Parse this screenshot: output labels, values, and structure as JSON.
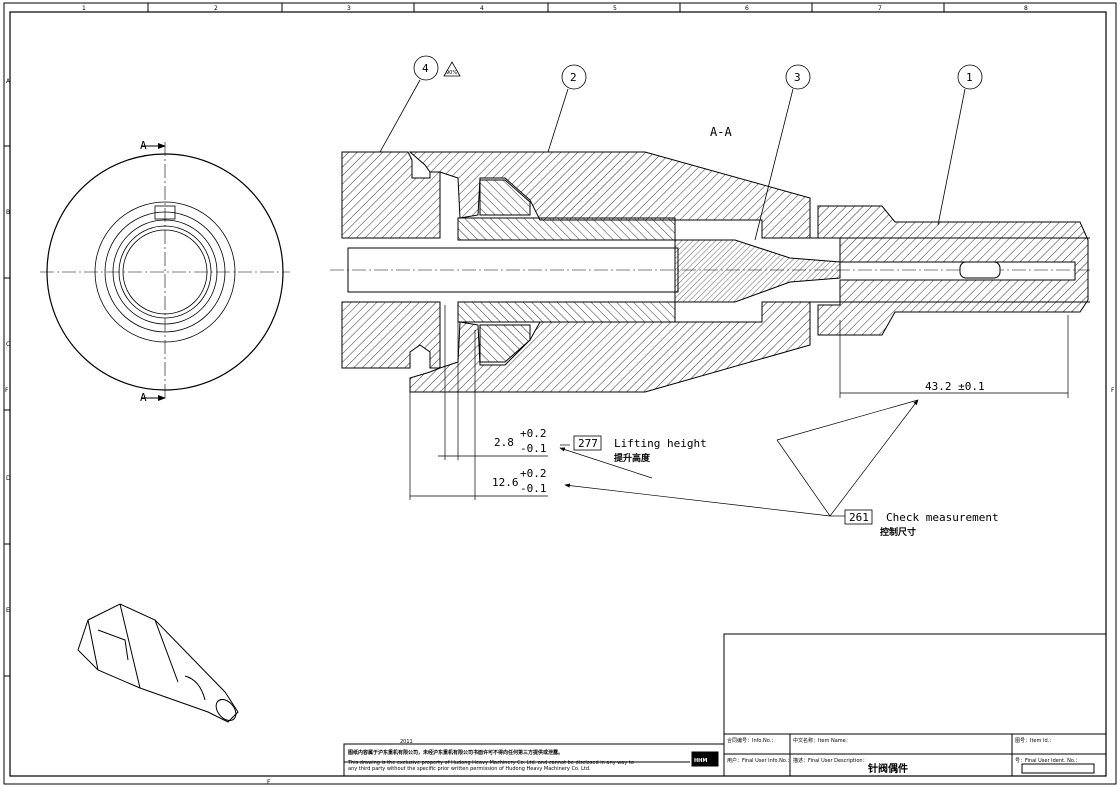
{
  "grid": {
    "columns": [
      "1",
      "2",
      "3",
      "4",
      "5",
      "6",
      "7",
      "8"
    ],
    "rows": [
      "A",
      "B",
      "C",
      "D",
      "E"
    ],
    "side_marks": [
      "F",
      "F"
    ],
    "bottom_mark": "F"
  },
  "section_title": "A-A",
  "section_marks": [
    "A",
    "A"
  ],
  "callouts": [
    {
      "number": "4"
    },
    {
      "number": "2"
    },
    {
      "number": "3"
    },
    {
      "number": "1"
    }
  ],
  "warning_symbol_text": "90%",
  "dimensions": {
    "d1": {
      "nominal": "43.2 ±0.1"
    },
    "d2": {
      "nominal": "2.8",
      "upper": "+0.2",
      "lower": "-0.1"
    },
    "d3": {
      "nominal": "12.6",
      "upper": "+0.2",
      "lower": "-0.1"
    }
  },
  "notes": [
    {
      "code": "277",
      "text": "Lifting height",
      "cn": "提升高度"
    },
    {
      "code": "261",
      "text": "Check measurement",
      "cn": "控制尺寸"
    }
  ],
  "title_block": {
    "year": "2011",
    "confidential_cn": "图纸内容属于沪东重机有限公司，未经沪东重机有限公司书面许可不得向任何第三方提供或泄露。",
    "confidential_en_1": "This drawing is the exclusive property of Hudong Heavy Machinery Co. Ltd. and cannot be disclosed in any way to",
    "confidential_en_2": "any third party without the specific prior written permission of Hudong Heavy Machinery Co. Ltd.",
    "logo_text": "HHM",
    "info_no_label": "合同编号：Info.No.：",
    "item_name_label": "中文名称：Item Name：",
    "item_id_label": "图号：Item Id.：",
    "final_user_info_label": "用户：Final User Info.No.：",
    "final_user_desc_label": "描述：Final User Description：",
    "part_name_cn": "针阀偶件",
    "final_user_ident_label": "号：Final User Ident. No.："
  }
}
